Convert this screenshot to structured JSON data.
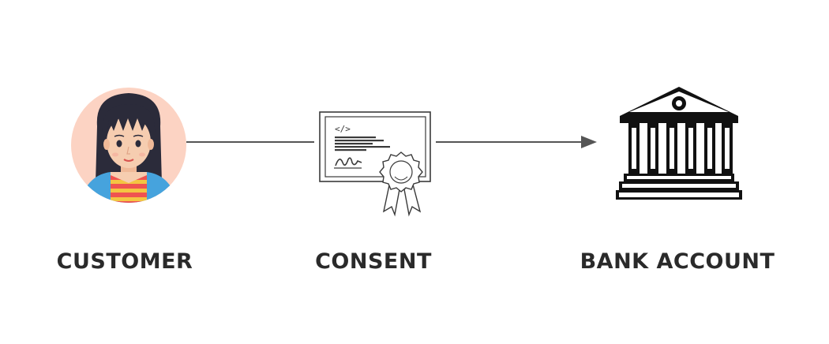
{
  "diagram": {
    "nodes": [
      {
        "id": "customer",
        "label": "CUSTOMER",
        "icon": "woman-avatar-icon"
      },
      {
        "id": "consent",
        "label": "CONSENT",
        "icon": "certificate-icon"
      },
      {
        "id": "bank",
        "label": "BANK ACCOUNT",
        "icon": "bank-building-icon"
      }
    ],
    "edges": [
      {
        "from": "customer",
        "to": "consent",
        "arrow": false
      },
      {
        "from": "consent",
        "to": "bank",
        "arrow": true
      }
    ],
    "colors": {
      "edge": "#555555",
      "label": "#2a2a2a",
      "avatar_bg": "#fcd3c3",
      "hair": "#2b2b3a",
      "skin": "#f6cdb0",
      "shirt_stripe_red": "#ef5350",
      "shirt_stripe_yellow": "#f4c542",
      "jacket": "#46a3dd"
    }
  }
}
